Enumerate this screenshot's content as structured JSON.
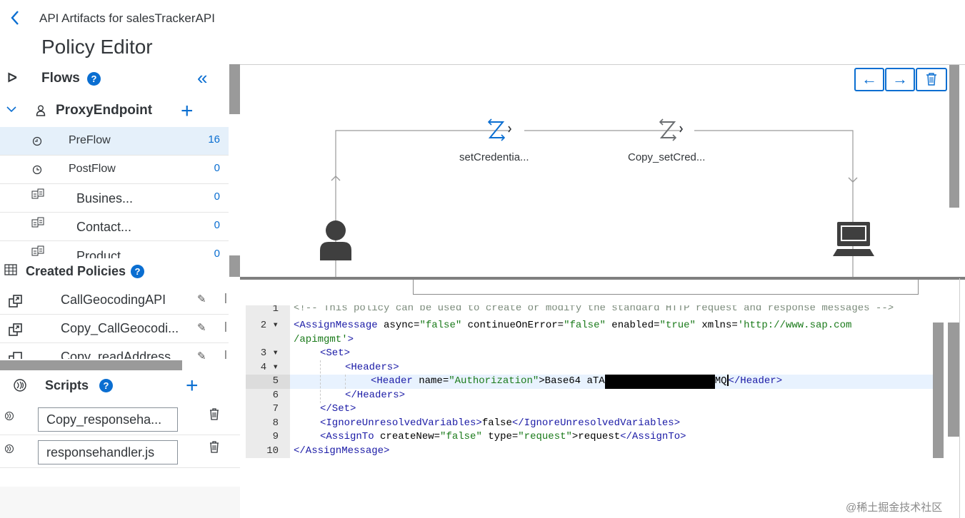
{
  "header": {
    "breadcrumb": "API Artifacts for salesTrackerAPI",
    "title": "Policy Editor"
  },
  "flows": {
    "title": "Flows",
    "endpoint": "ProxyEndpoint",
    "items": [
      {
        "label": "PreFlow",
        "count": "16"
      },
      {
        "label": "PostFlow",
        "count": "0"
      },
      {
        "label": "Busines...",
        "count": "0"
      },
      {
        "label": "Contact...",
        "count": "0"
      },
      {
        "label": "Product",
        "count": "0"
      }
    ]
  },
  "policies": {
    "title": "Created Policies",
    "items": [
      {
        "label": "CallGeocodingAPI"
      },
      {
        "label": "Copy_CallGeocodi..."
      },
      {
        "label": "Copy_readAddress"
      }
    ]
  },
  "scripts": {
    "title": "Scripts",
    "items": [
      {
        "label": "Copy_responseha..."
      },
      {
        "label": "responsehandler.js"
      }
    ]
  },
  "diagram": {
    "step1": "setCredentia...",
    "step2": "Copy_setCred..."
  },
  "editor": {
    "line_numbers": [
      "1",
      "2",
      "",
      "3",
      "4",
      "5",
      "6",
      "7",
      "8",
      "9",
      "10"
    ],
    "line1": "<!-- This policy can be used to create or modify the standard HTTP request and response messages -->",
    "line2a": "<AssignMessage",
    "line2b": " async=",
    "line2c": "\"false\"",
    "line2d": " continueOnError=",
    "line2e": "\"false\"",
    "line2f": " enabled=",
    "line2g": "\"true\"",
    "line2h": " xmlns=",
    "line2i": "'http://www.sap.com",
    "line2j": "/apimgmt'",
    "line2k": ">",
    "line3": "<Set>",
    "line4": "<Headers>",
    "line5a": "<Header",
    "line5b": " name=",
    "line5c": "\"Authorization\"",
    "line5d": ">Base64 aTA",
    "line5e": "MQ",
    "line5f": "</Header>",
    "line6": "</Headers>",
    "line7": "</Set>",
    "line8a": "<IgnoreUnresolvedVariables>",
    "line8b": "false",
    "line8c": "</IgnoreUnresolvedVariables>",
    "line9a": "<AssignTo",
    "line9b": " createNew=",
    "line9c": "\"false\"",
    "line9d": " type=",
    "line9e": "\"request\"",
    "line9f": ">request",
    "line9g": "</AssignTo>",
    "line10": "</AssignMessage>"
  },
  "watermark": "@稀土掘金技术社区",
  "colors": {
    "accent": "#0a6ed1",
    "selected_row": "#e5f0fa"
  }
}
